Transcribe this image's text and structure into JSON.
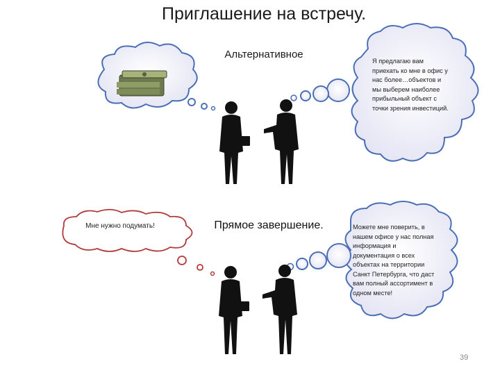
{
  "slide": {
    "title": "Приглашение на встречу.",
    "section1_label": "Альтернативное",
    "section2_label": "Прямое завершение.",
    "bubble_top_right": "Я предлагаю вам приехать ко мне в офис у нас более…объектов и мы выберем наиболее прибыльный объект с точки зрения инвестиций.",
    "bubble_bottom_right": "Можете мне поверить, в нашем офисе у нас полная информация и документация о всех объектах на территории Санкт Петербурга, что даст вам полный ассортимент в одном месте!",
    "bubble_bottom_left": "Мне нужно подумать!",
    "page_number": "39"
  },
  "colors": {
    "cloud_blue_fill": "#ededf8",
    "cloud_blue_stroke": "#4a6fb5",
    "cloud_red_stroke": "#b23a3a",
    "figure": "#111111",
    "money_green": "#7a8a5a"
  }
}
